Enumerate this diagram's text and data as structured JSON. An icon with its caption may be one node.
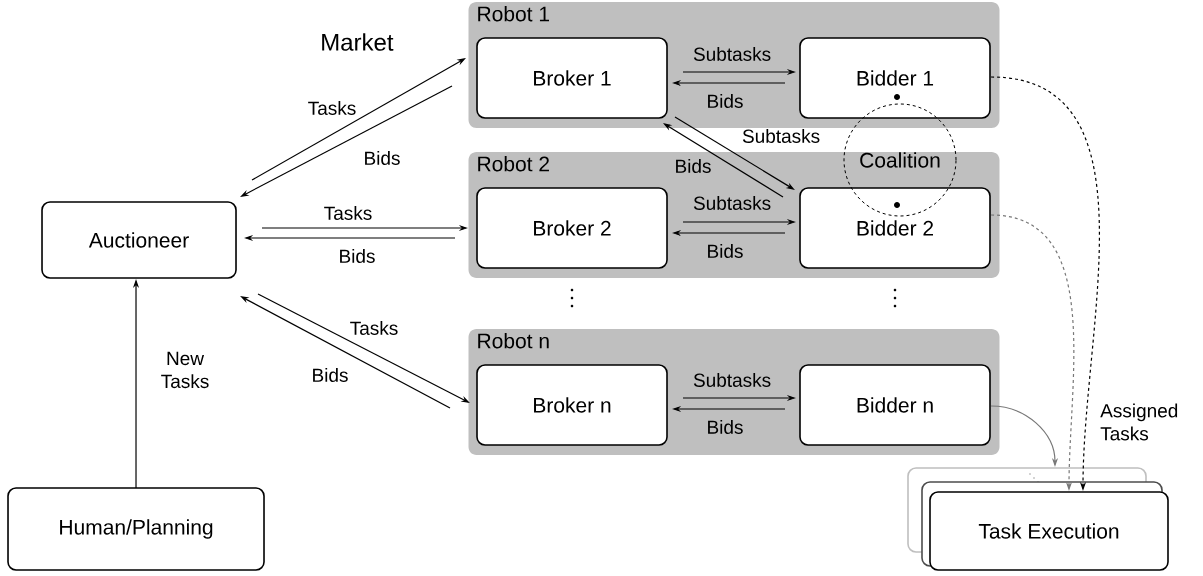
{
  "diagram": {
    "nodes": [
      {
        "text": [
          "Auctioneer"
        ]
      },
      {
        "text": [
          "Human/Planning"
        ]
      },
      {
        "text": [
          "Robot 1"
        ]
      },
      {
        "text": [
          "Broker 1"
        ],
        "in": 2
      },
      {
        "text": [
          "Bidder 1"
        ],
        "in": 2
      },
      {
        "text": [
          "Robot 2"
        ]
      },
      {
        "text": [
          "Broker 2"
        ],
        "in": 5
      },
      {
        "text": [
          "Bidder 2"
        ],
        "in": 5
      },
      {
        "text": [
          "Robot n"
        ]
      },
      {
        "text": [
          "Broker n"
        ],
        "in": 8
      },
      {
        "text": [
          "Bidder n"
        ],
        "in": 8
      },
      {
        "text": [
          "Task Execution"
        ]
      },
      {
        "text": [
          "Coalition"
        ]
      }
    ],
    "edges": [
      {
        "from": 1,
        "to": 0,
        "arrow": "to",
        "label": "New Tasks"
      },
      {
        "from": 0,
        "to": 3,
        "arrow": "to",
        "label": "Tasks"
      },
      {
        "from": 3,
        "to": 0,
        "arrow": "to",
        "label": "Bids"
      },
      {
        "from": 0,
        "to": 6,
        "arrow": "to",
        "label": "Tasks"
      },
      {
        "from": 6,
        "to": 0,
        "arrow": "to",
        "label": "Bids"
      },
      {
        "from": 0,
        "to": 9,
        "arrow": "to",
        "label": "Tasks"
      },
      {
        "from": 9,
        "to": 0,
        "arrow": "to",
        "label": "Bids"
      },
      {
        "from": 3,
        "to": 4,
        "arrow": "to",
        "label": "Subtasks"
      },
      {
        "from": 4,
        "to": 3,
        "arrow": "to",
        "label": "Bids"
      },
      {
        "from": 3,
        "to": 7,
        "arrow": "to",
        "label": "Subtasks"
      },
      {
        "from": 7,
        "to": 3,
        "arrow": "to",
        "label": "Bids"
      },
      {
        "from": 6,
        "to": 7,
        "arrow": "to",
        "label": "Subtasks"
      },
      {
        "from": 7,
        "to": 6,
        "arrow": "to",
        "label": "Bids"
      },
      {
        "from": 9,
        "to": 10,
        "arrow": "to",
        "label": "Subtasks"
      },
      {
        "from": 10,
        "to": 9,
        "arrow": "to",
        "label": "Bids"
      },
      {
        "from": 4,
        "to": 11,
        "arrow": "to",
        "style": "dashed"
      },
      {
        "from": 7,
        "to": 11,
        "arrow": "to",
        "style": "dashed",
        "color": "#777777"
      },
      {
        "from": 10,
        "to": 11,
        "arrow": "to",
        "color": "#777777"
      }
    ],
    "labels": [
      "Market",
      "Assigned Tasks"
    ]
  }
}
